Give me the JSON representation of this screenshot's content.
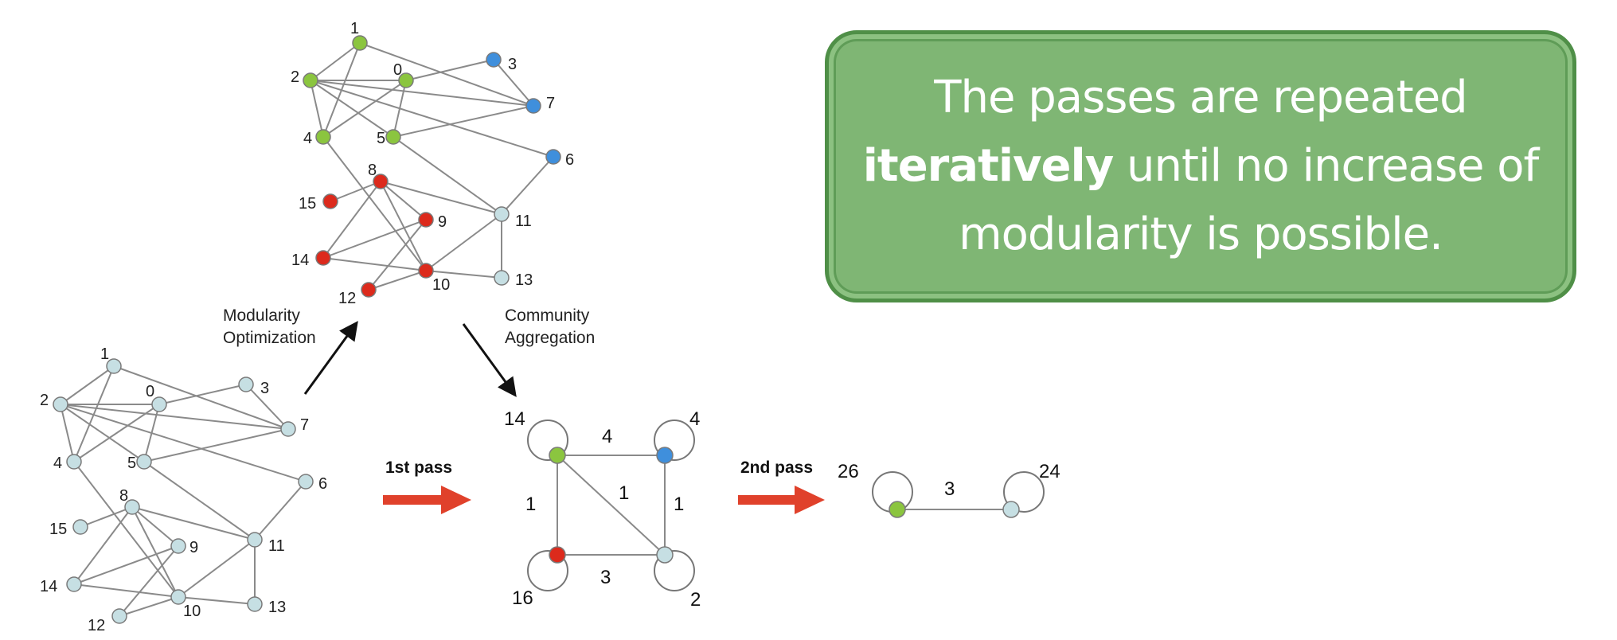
{
  "colors": {
    "green": "#8bc53f",
    "blue": "#3f8fdc",
    "red": "#dc2a1c",
    "lightblue": "#c6dfe3",
    "edge": "#8a8a8a",
    "arrow_red": "#e0412b",
    "callout_bg": "#7fb674"
  },
  "networks": {
    "original": {
      "nodes": [
        {
          "id": "0",
          "color": "lightblue"
        },
        {
          "id": "1",
          "color": "lightblue"
        },
        {
          "id": "2",
          "color": "lightblue"
        },
        {
          "id": "3",
          "color": "lightblue"
        },
        {
          "id": "4",
          "color": "lightblue"
        },
        {
          "id": "5",
          "color": "lightblue"
        },
        {
          "id": "6",
          "color": "lightblue"
        },
        {
          "id": "7",
          "color": "lightblue"
        },
        {
          "id": "8",
          "color": "lightblue"
        },
        {
          "id": "9",
          "color": "lightblue"
        },
        {
          "id": "10",
          "color": "lightblue"
        },
        {
          "id": "11",
          "color": "lightblue"
        },
        {
          "id": "12",
          "color": "lightblue"
        },
        {
          "id": "13",
          "color": "lightblue"
        },
        {
          "id": "14",
          "color": "lightblue"
        },
        {
          "id": "15",
          "color": "lightblue"
        }
      ]
    },
    "optimized": {
      "nodes": [
        {
          "id": "0",
          "color": "green"
        },
        {
          "id": "1",
          "color": "green"
        },
        {
          "id": "2",
          "color": "green"
        },
        {
          "id": "3",
          "color": "blue"
        },
        {
          "id": "4",
          "color": "green"
        },
        {
          "id": "5",
          "color": "green"
        },
        {
          "id": "6",
          "color": "blue"
        },
        {
          "id": "7",
          "color": "blue"
        },
        {
          "id": "8",
          "color": "red"
        },
        {
          "id": "9",
          "color": "red"
        },
        {
          "id": "10",
          "color": "red"
        },
        {
          "id": "11",
          "color": "lightblue"
        },
        {
          "id": "12",
          "color": "red"
        },
        {
          "id": "13",
          "color": "lightblue"
        },
        {
          "id": "14",
          "color": "red"
        },
        {
          "id": "15",
          "color": "red"
        }
      ]
    },
    "edges": [
      [
        "0",
        "2"
      ],
      [
        "0",
        "4"
      ],
      [
        "0",
        "5"
      ],
      [
        "0",
        "3"
      ],
      [
        "1",
        "2"
      ],
      [
        "1",
        "4"
      ],
      [
        "1",
        "7"
      ],
      [
        "2",
        "4"
      ],
      [
        "2",
        "5"
      ],
      [
        "2",
        "6"
      ],
      [
        "2",
        "7"
      ],
      [
        "3",
        "7"
      ],
      [
        "4",
        "10"
      ],
      [
        "5",
        "7"
      ],
      [
        "5",
        "11"
      ],
      [
        "6",
        "11"
      ],
      [
        "8",
        "15"
      ],
      [
        "8",
        "14"
      ],
      [
        "8",
        "10"
      ],
      [
        "8",
        "11"
      ],
      [
        "8",
        "9"
      ],
      [
        "9",
        "14"
      ],
      [
        "9",
        "12"
      ],
      [
        "10",
        "12"
      ],
      [
        "10",
        "14"
      ],
      [
        "10",
        "11"
      ],
      [
        "10",
        "13"
      ],
      [
        "11",
        "13"
      ]
    ]
  },
  "first_pass": {
    "nodes": [
      {
        "id": "green",
        "color": "green",
        "self_loop": "14"
      },
      {
        "id": "blue",
        "color": "blue",
        "self_loop": "4"
      },
      {
        "id": "red",
        "color": "red",
        "self_loop": "16"
      },
      {
        "id": "lightblue",
        "color": "lightblue",
        "self_loop": "2"
      }
    ],
    "edges": [
      {
        "from": "green",
        "to": "blue",
        "weight": "4"
      },
      {
        "from": "green",
        "to": "red",
        "weight": "1"
      },
      {
        "from": "green",
        "to": "lightblue",
        "weight": "1"
      },
      {
        "from": "blue",
        "to": "lightblue",
        "weight": "1"
      },
      {
        "from": "red",
        "to": "lightblue",
        "weight": "3"
      }
    ]
  },
  "second_pass": {
    "nodes": [
      {
        "id": "green",
        "color": "green",
        "self_loop": "26"
      },
      {
        "id": "lightblue",
        "color": "lightblue",
        "self_loop": "24"
      }
    ],
    "edges": [
      {
        "from": "green",
        "to": "lightblue",
        "weight": "3"
      }
    ]
  },
  "captions": {
    "modularity_line1": "Modularity",
    "modularity_line2": "Optimization",
    "community_line1": "Community",
    "community_line2": "Aggregation"
  },
  "passes": {
    "first": "1st pass",
    "second": "2nd pass"
  },
  "callout": {
    "line1": "The passes are repeated",
    "emphasis": "iteratively",
    "line2_rest": " until no increase of",
    "line3": "modularity is possible."
  }
}
